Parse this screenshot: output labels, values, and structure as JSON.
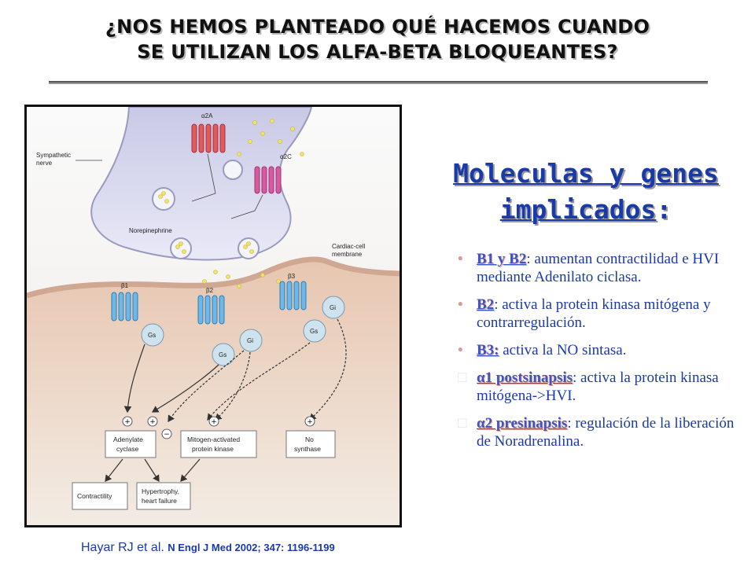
{
  "title": {
    "line1": "¿NOS HEMOS PLANTEADO QUÉ HACEMOS CUANDO",
    "line2": "SE UTILIZAN LOS ALFA-BETA BLOQUEANTES?"
  },
  "figure": {
    "labels": {
      "sympathetic_nerve": [
        "Sympathetic",
        "nerve"
      ],
      "norepinephrine": "Norepinephrine",
      "cardiac_cell_membrane": [
        "Cardiac-cell",
        "membrane"
      ],
      "alpha_2a": "α2A",
      "alpha_2c": "α2C",
      "beta1": "β1",
      "beta2": "β2",
      "beta3": "β3",
      "gs": "Gs",
      "gi": "Gi"
    },
    "boxes": {
      "adenylate": [
        "Adenylate",
        "cyclase"
      ],
      "mitogen": [
        "Mitogen-activated",
        "protein kinase"
      ],
      "no_synthase": [
        "No",
        "synthase"
      ],
      "contractility": "Contractility",
      "hypertrophy": [
        "Hypertrophy,",
        "heart failure"
      ]
    },
    "signs": {
      "plus": "+",
      "minus": "−"
    }
  },
  "citation": {
    "main": "Hayar RJ et al.",
    "detail": "N Engl J Med 2002; 347: 1196-1199"
  },
  "heading": {
    "line1": "Moleculas y genes",
    "line2": "implicados",
    "colon": ":"
  },
  "bullets": [
    {
      "marker": "•",
      "term": "B1 y B2",
      "text": ": aumentan contractilidad e HVI mediante Adenilato ciclasa."
    },
    {
      "marker": "•",
      "term": "B2",
      "text": ": activa la protein kinasa mitógena y contrarregulación."
    },
    {
      "marker": "•",
      "term": "B3:",
      "text": " activa la NO sintasa."
    },
    {
      "marker": "□",
      "term": "α1 postsinapsis",
      "text": ": activa la protein kinasa mitógena->HVI."
    },
    {
      "marker": "□",
      "term": "α2 presinapsis",
      "text": ": regulación de la liberación de Noradrenalina."
    }
  ],
  "colors": {
    "accent": "#1a3aa8",
    "bullet": "#d79a9a"
  }
}
